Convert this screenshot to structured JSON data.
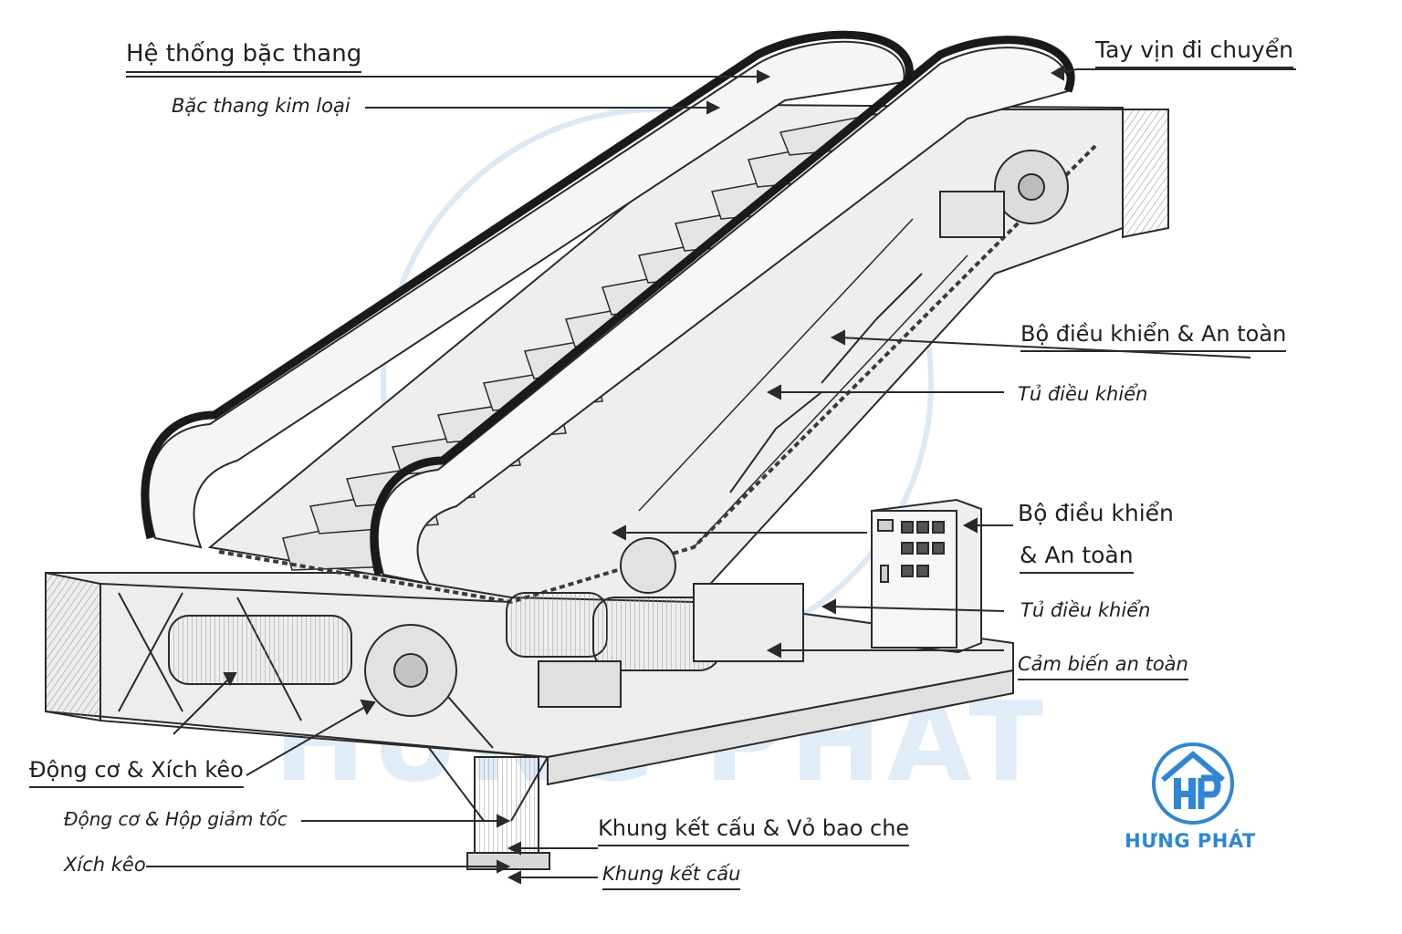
{
  "labels": {
    "step_system": "Hệ thống bặc thang",
    "metal_steps": "Bặc thang kim loại",
    "moving_handrail": "Tay vịn đi chuyển",
    "controller_safety_1": "Bộ điều khiển & An toàn",
    "control_cabinet_1": "Tủ điều khiển",
    "controller_safety_2a": "Bộ điều khiển",
    "controller_safety_2b": "& An toàn",
    "control_cabinet_2": "Tủ điều khiển",
    "safety_sensor": "Cảm biến an toàn",
    "motor_drive_chain": "Động cơ & Xích kêo",
    "motor_gearbox": "Động cơ & Hộp giảm tốc",
    "drive_chain": "Xích kêo",
    "frame_cover": "Khung kết cấu & Vỏ bao che",
    "structural_frame": "Khung kết cấu"
  },
  "watermark": {
    "text": "HƯNG PHÁT",
    "color": "#cfe1f3"
  },
  "logo": {
    "icon": "hp-house-logo-icon",
    "text": "HƯNG PHÁT",
    "color": "#2e86d6"
  },
  "colors": {
    "ink": "#2a2a2a",
    "accent_blue": "#2e86d6",
    "paper": "#ffffff"
  }
}
